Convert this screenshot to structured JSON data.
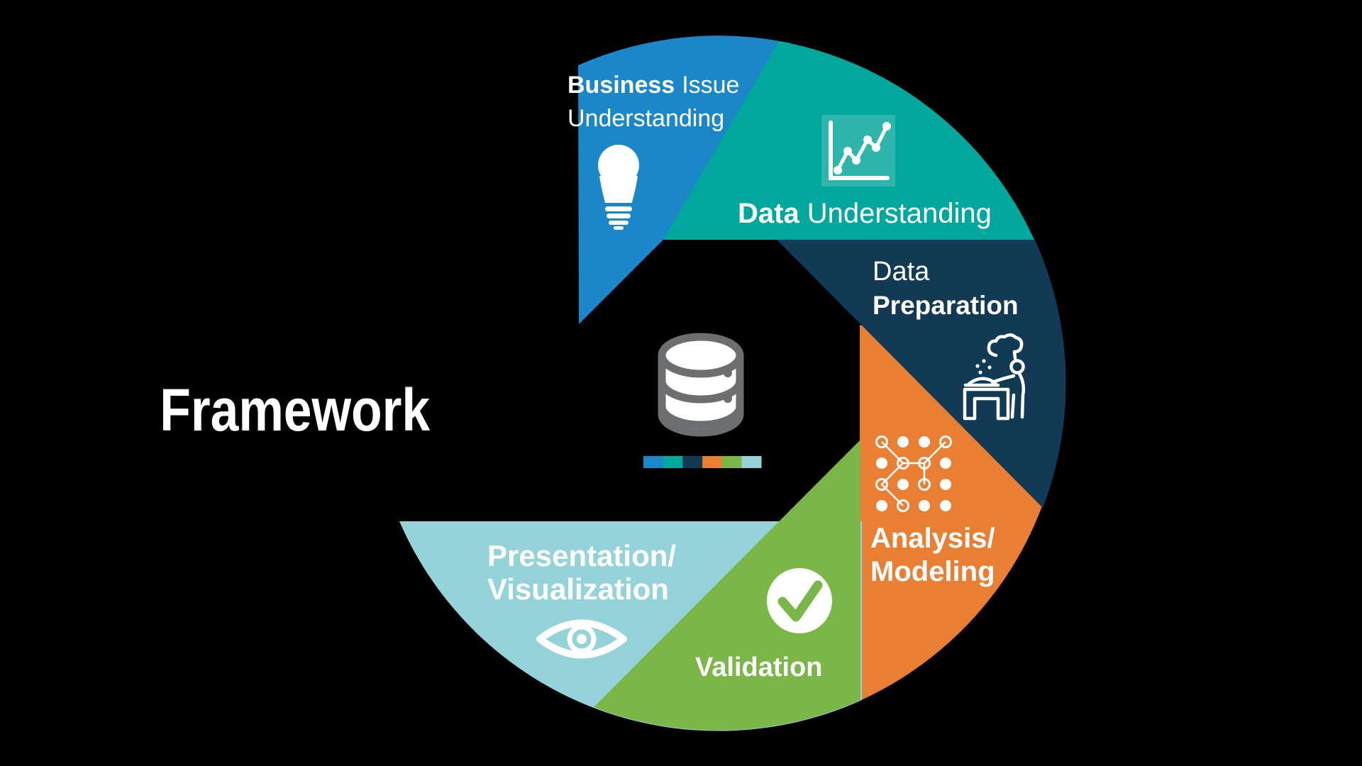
{
  "title": {
    "text": "Framework",
    "color": "#54565e"
  },
  "background": "#000000",
  "segments": {
    "business": {
      "label_bold": "Business",
      "label_rest": "Issue",
      "line2": "Understanding",
      "color": "#1b87c8",
      "icon": "lightbulb-icon",
      "text_color": "#ffffff"
    },
    "data_understanding": {
      "label_bold": "Data",
      "label_rest": "Understanding",
      "color": "#00a79c",
      "icon": "line-chart-icon",
      "text_color": "#ffffff"
    },
    "data_preparation": {
      "line1": "Data",
      "line2_bold": "Preparation",
      "color": "#123a54",
      "icon": "chef-cooking-icon",
      "text_color": "#ffffff"
    },
    "analysis_modeling": {
      "line1": "Analysis/",
      "line2": "Modeling",
      "color": "#e87f33",
      "icon": "network-nodes-icon",
      "text_color": "#ffffff"
    },
    "validation": {
      "label": "Validation",
      "color": "#7ab648",
      "icon": "check-circle-icon",
      "text_color": "#ffffff",
      "check_color": "#7ab648"
    },
    "presentation": {
      "line1": "Presentation/",
      "line2": "Visualization",
      "color": "#93d3d9",
      "icon": "eye-icon",
      "text_color": "#ffffff"
    }
  },
  "center": {
    "icon": "database-icon",
    "db_gray": "#6d6e70",
    "strip_colors": [
      "#1b87c8",
      "#00a79c",
      "#123a54",
      "#e87f33",
      "#7ab648",
      "#93d3d9"
    ]
  }
}
